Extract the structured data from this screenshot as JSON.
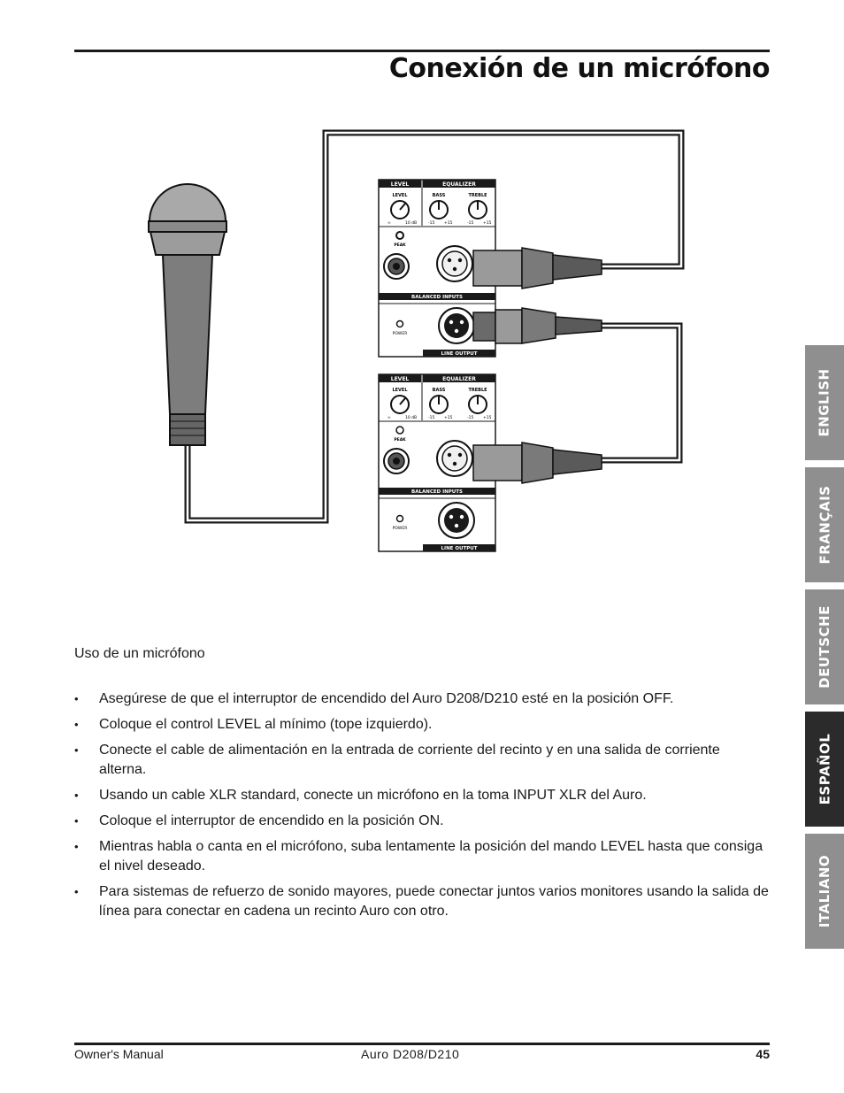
{
  "page": {
    "title": "Conexión de un micrófono",
    "section_heading": "Uso de un micrófono",
    "steps": [
      "Asegúrese de que el interruptor de encendido del Auro D208/D210 esté en la posición OFF.",
      "Coloque el control LEVEL al mínimo (tope izquierdo).",
      "Conecte el cable de alimentación en la entrada de corriente del recinto y en una salida de corriente alterna.",
      "Usando un cable XLR standard, conecte un micrófono en la toma INPUT XLR del Auro.",
      "Coloque el interruptor de encendido en la posición ON.",
      "Mientras habla o canta en el micrófono, suba lentamente la posición del mando LEVEL hasta que consiga el nivel deseado.",
      "Para sistemas de refuerzo de sonido mayores, puede conectar juntos varios monitores usando la salida de línea para conectar en cadena un recinto Auro con otro."
    ]
  },
  "diagram": {
    "panels": [
      {
        "level_section": "LEVEL",
        "equalizer_section": "EQUALIZER",
        "level_knob": "LEVEL",
        "bass_knob": "BASS",
        "treble_knob": "TREBLE",
        "level_min": "∞",
        "level_max": "10 dB",
        "eq_min": "-15",
        "eq_max": "+15",
        "peak": "PEAK",
        "balanced_inputs": "BALANCED INPUTS",
        "power": "POWER",
        "line_output": "LINE OUTPUT"
      },
      {
        "level_section": "LEVEL",
        "equalizer_section": "EQUALIZER",
        "level_knob": "LEVEL",
        "bass_knob": "BASS",
        "treble_knob": "TREBLE",
        "level_min": "∞",
        "level_max": "10 dB",
        "eq_min": "-15",
        "eq_max": "+15",
        "peak": "PEAK",
        "balanced_inputs": "BALANCED INPUTS",
        "power": "POWER",
        "line_output": "LINE OUTPUT"
      }
    ]
  },
  "language_tabs": [
    {
      "label": "ENGLISH",
      "active": false
    },
    {
      "label": "FRANÇAIS",
      "active": false
    },
    {
      "label": "DEUTSCHE",
      "active": false
    },
    {
      "label": "ESPAÑOL",
      "active": true
    },
    {
      "label": "ITALIANO",
      "active": false
    }
  ],
  "footer": {
    "left": "Owner's Manual",
    "center": "Auro D208/D210",
    "page_number": "45"
  },
  "colors": {
    "active_tab": "#2b2b2b",
    "inactive_tab": "#8f8f8f",
    "rule": "#1a1a1a"
  }
}
